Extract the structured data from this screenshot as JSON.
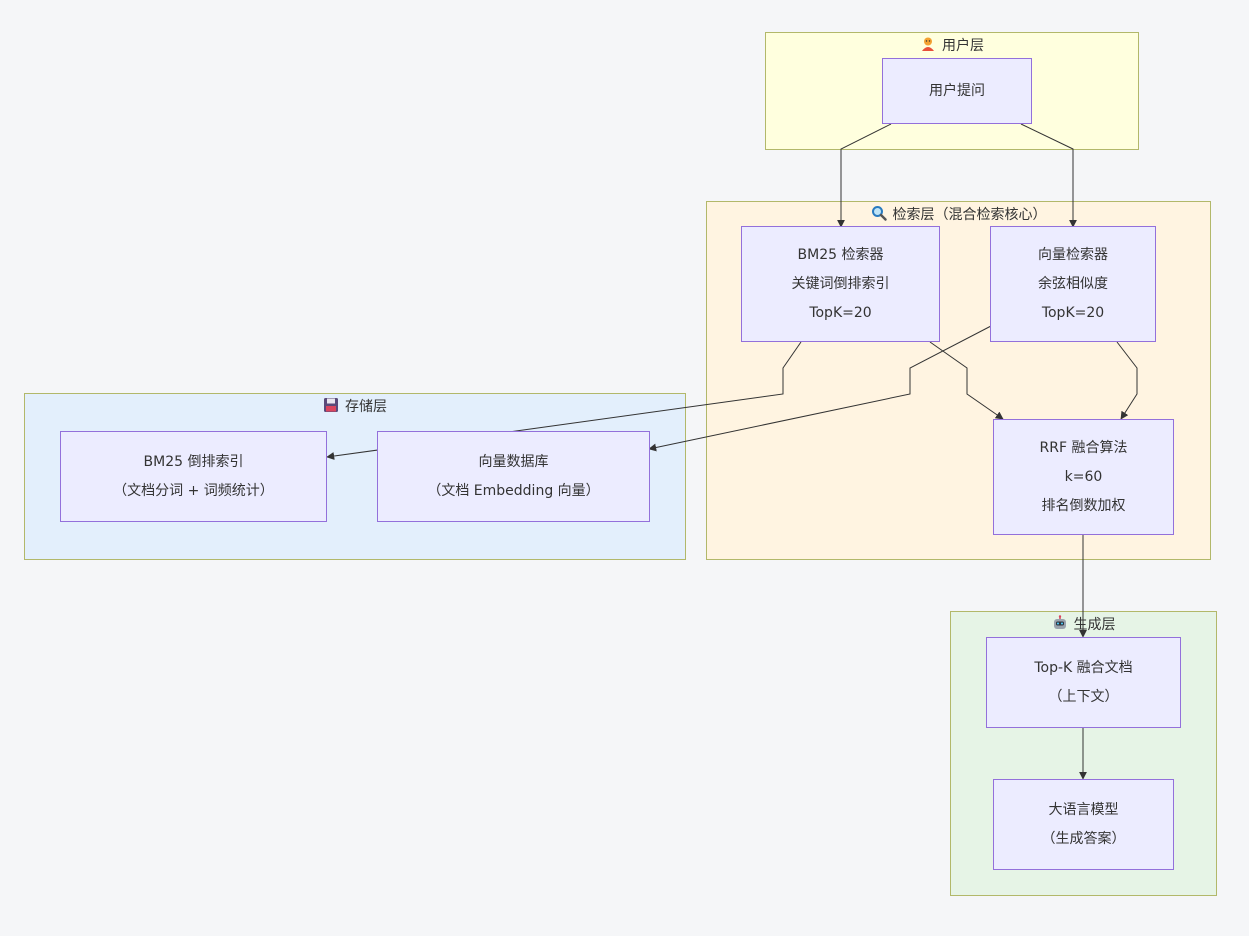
{
  "clusters": {
    "user": {
      "icon": "user-emoji-icon",
      "title": "用户层",
      "color": "#ffffde"
    },
    "retrieval": {
      "icon": "magnifier-emoji-icon",
      "title": "检索层（混合检索核心）",
      "color": "#fff4e1"
    },
    "storage": {
      "icon": "floppy-disk-emoji-icon",
      "title": "存储层",
      "color": "#e3effc"
    },
    "generation": {
      "icon": "robot-emoji-icon",
      "title": "生成层",
      "color": "#e6f4e6"
    }
  },
  "nodes": {
    "user_question": {
      "lines": [
        "用户提问"
      ]
    },
    "bm25_retriever": {
      "lines": [
        "BM25 检索器",
        "关键词倒排索引",
        "TopK=20"
      ]
    },
    "vector_retriever": {
      "lines": [
        "向量检索器",
        "余弦相似度",
        "TopK=20"
      ]
    },
    "bm25_index": {
      "lines": [
        "BM25 倒排索引",
        "（文档分词 + 词频统计）"
      ]
    },
    "vector_db": {
      "lines": [
        "向量数据库",
        "（文档 Embedding 向量）"
      ]
    },
    "rrf_fusion": {
      "lines": [
        "RRF 融合算法",
        "k=60",
        "排名倒数加权"
      ]
    },
    "topk_docs": {
      "lines": [
        "Top-K 融合文档",
        "（上下文）"
      ]
    },
    "llm": {
      "lines": [
        "大语言模型",
        "（生成答案）"
      ]
    }
  },
  "colors": {
    "node_fill": "#ececff",
    "node_border": "#9370db",
    "cluster_border": "#b2b86a",
    "edge": "#333333",
    "background": "#f5f6f8"
  }
}
